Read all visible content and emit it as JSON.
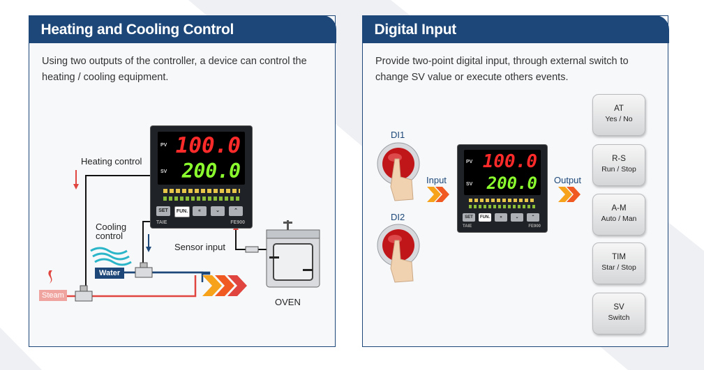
{
  "left": {
    "title": "Heating and Cooling Control",
    "description": "Using two outputs of the controller, a device can control the heating / cooling equipment.",
    "labels": {
      "heating_control": "Heating control",
      "cooling_control_line1": "Cooling",
      "cooling_control_line2": "control",
      "sensor_input": "Sensor input",
      "water": "Water",
      "steam": "Steam",
      "oven": "OVEN"
    }
  },
  "right": {
    "title": "Digital Input",
    "description": "Provide two-point digital input, through external switch to change SV value or execute others events.",
    "labels": {
      "di1": "DI1",
      "di2": "DI2",
      "input": "Input",
      "output": "Output"
    },
    "events": [
      {
        "line1": "AT",
        "line2": "Yes / No"
      },
      {
        "line1": "R-S",
        "line2": "Run / Stop"
      },
      {
        "line1": "A-M",
        "line2": "Auto / Man"
      },
      {
        "line1": "TIM",
        "line2": "Star / Stop"
      },
      {
        "line1": "SV",
        "line2": "Switch"
      }
    ]
  },
  "controller": {
    "pv_value": "100.0",
    "sv_value": "200.0",
    "pv_tag": "PV",
    "sv_tag": "SV",
    "brand": "TAIE",
    "model": "FE900",
    "keys": [
      "SET",
      "FUN.",
      "«",
      "⌄",
      "⌃"
    ]
  },
  "colors": {
    "navy": "#1c4778",
    "pv_red": "#ff2a2a",
    "sv_green": "#8bff2e",
    "arrow_orange": "#f05a22",
    "steam_red": "#e0463f",
    "water_blue": "#1c4778"
  },
  "icons": {
    "steam": "steam-flame-icon",
    "water": "water-waves-icon",
    "push_button": "push-button-hand-icon",
    "chevrons": "double-chevron-arrow-icon"
  }
}
